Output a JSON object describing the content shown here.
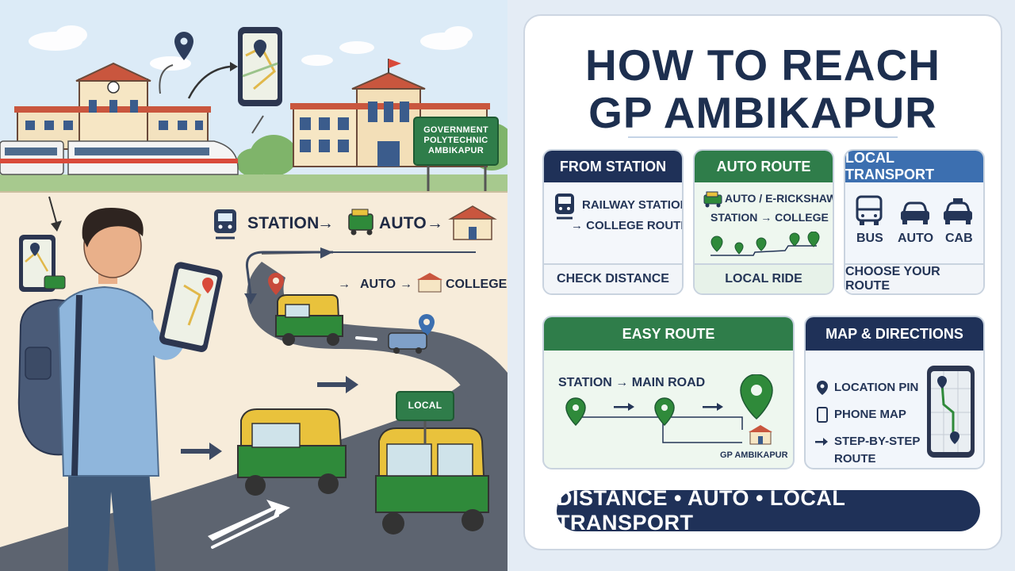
{
  "illustration": {
    "college_sign": [
      "GOVERNMENT",
      "POLYTECHNIC",
      "AMBIKAPUR"
    ],
    "flow_main": {
      "station": "STATION",
      "arrow": "→",
      "auto": "AUTO"
    },
    "flow_secondary": {
      "arrow": "→",
      "auto": "AUTO",
      "college": "COLLEGE"
    },
    "road_sign": "LOCAL"
  },
  "panel": {
    "title_line1": "HOW TO REACH",
    "title_line2": "GP AMBIKAPUR",
    "from_station": {
      "heading": "FROM STATION",
      "line1": "RAILWAY STATION",
      "line2": "→ COLLEGE ROUTE",
      "footer": "CHECK DISTANCE"
    },
    "auto_route": {
      "heading": "AUTO ROUTE",
      "line1": "AUTO / E-RICKSHAW",
      "line2": "STATION → COLLEGE",
      "footer": "LOCAL RIDE"
    },
    "local_transport": {
      "heading": "LOCAL TRANSPORT",
      "bus": "BUS",
      "auto": "AUTO",
      "cab": "CAB",
      "footer": "CHOOSE YOUR ROUTE"
    },
    "easy_route": {
      "heading": "EASY ROUTE",
      "line1": "STATION → MAIN ROAD",
      "destination": "GP AMBIKAPUR"
    },
    "map_directions": {
      "heading": "MAP & DIRECTIONS",
      "item1": "LOCATION PIN",
      "item2": "PHONE MAP",
      "item3a": "STEP-BY-STEP",
      "item3b": "ROUTE"
    },
    "bottom_bar": "DISTANCE • AUTO • LOCAL TRANSPORT"
  },
  "colors": {
    "navy": "#1d2f4f",
    "green": "#2f7d4a",
    "blue": "#3c6fb0",
    "auto_green": "#2f8a3a",
    "auto_yellow": "#e9c23c"
  }
}
